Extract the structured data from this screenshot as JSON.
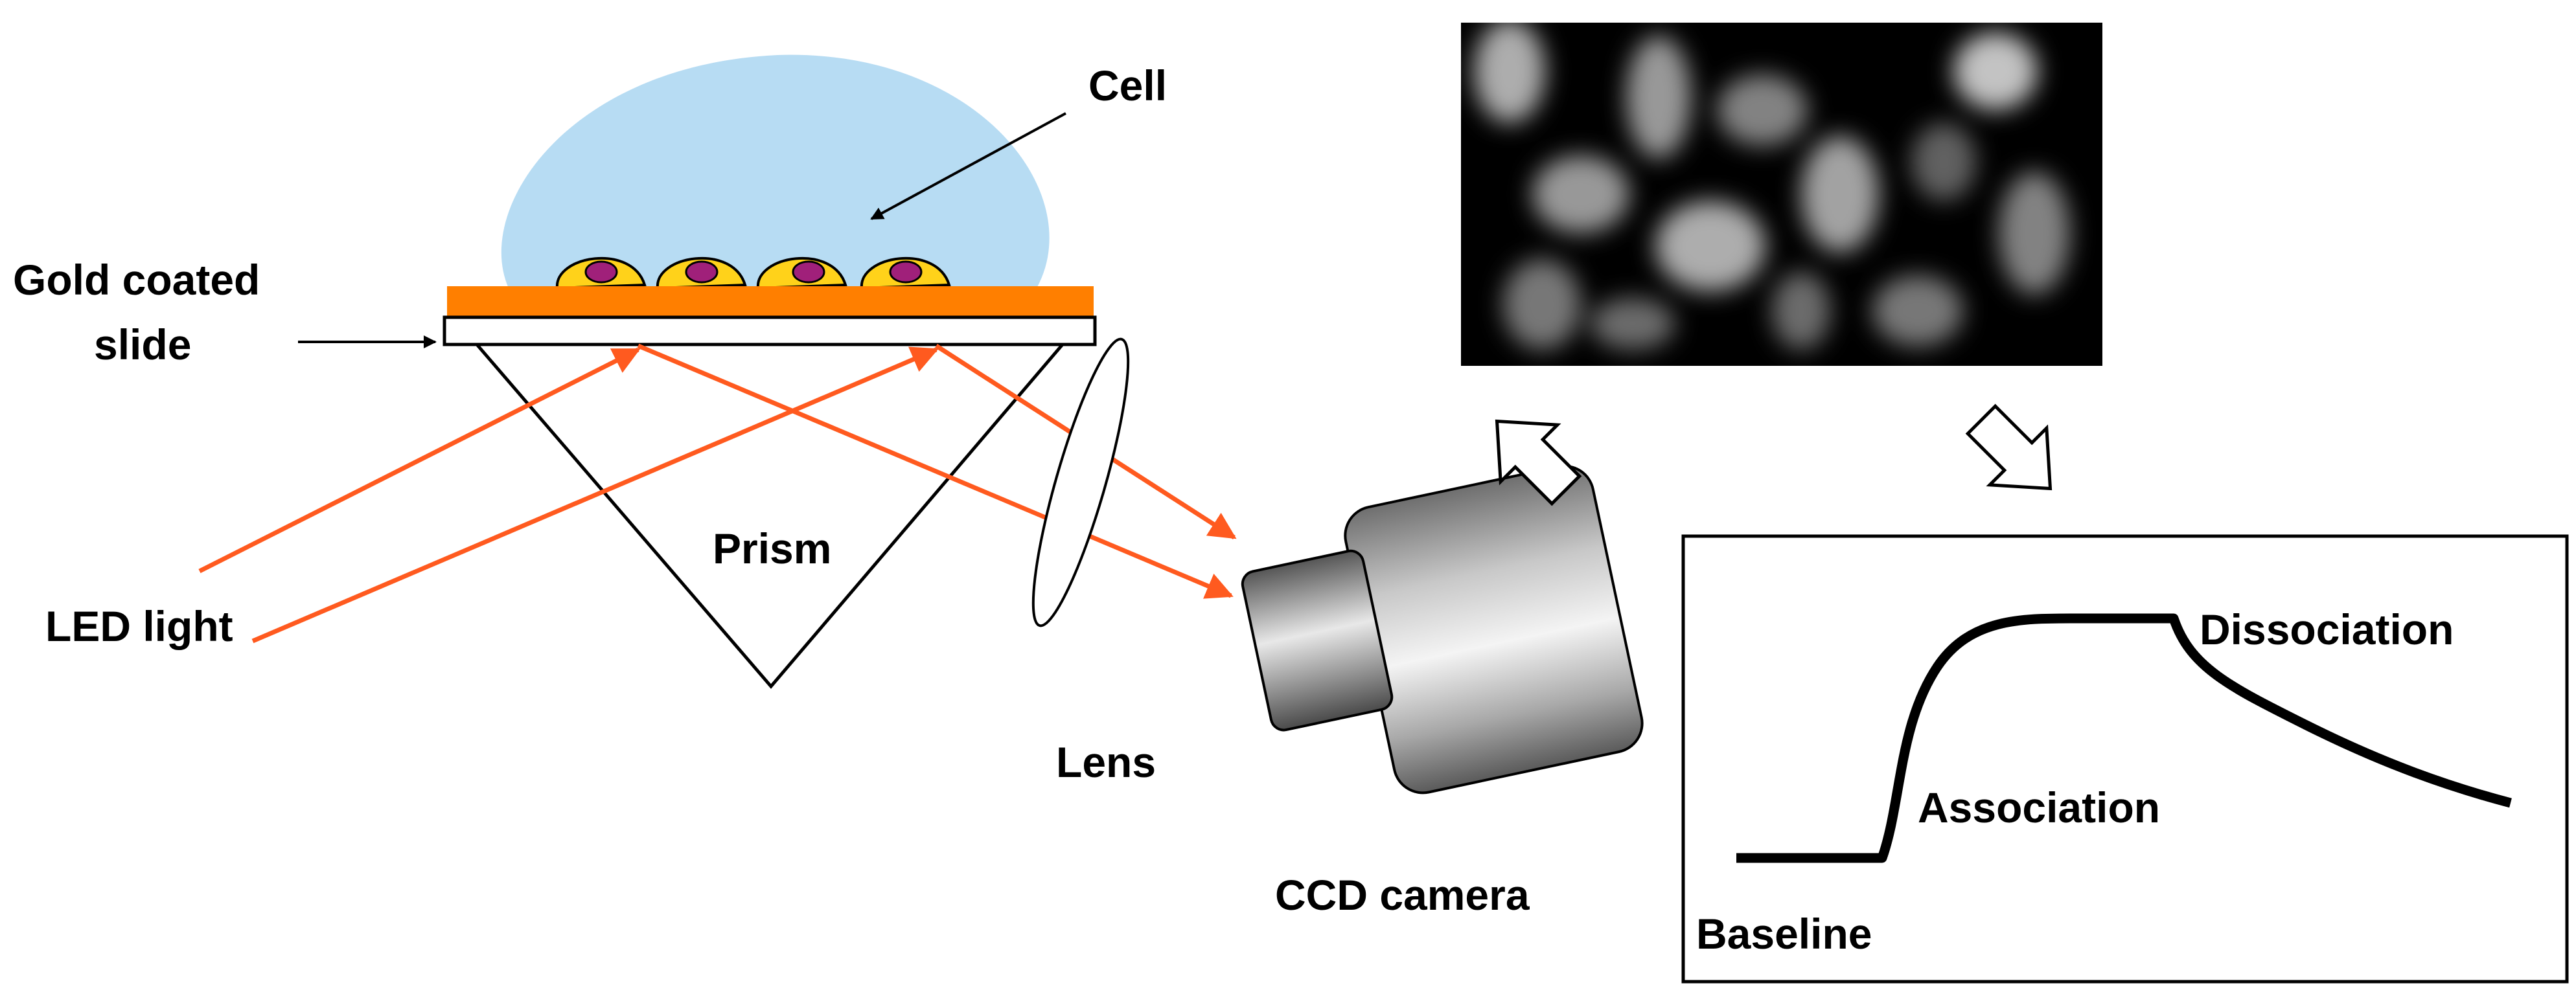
{
  "labels": {
    "cell": "Cell",
    "gold_slide_line1": "Gold coated",
    "gold_slide_line2": "slide",
    "prism": "Prism",
    "led_light": "LED light",
    "lens": "Lens",
    "ccd_camera": "CCD camera",
    "dissociation": "Dissociation",
    "association": "Association",
    "baseline": "Baseline"
  },
  "colors": {
    "medium": "#b7dcf3",
    "gold_layer": "#ff7f00",
    "cell_body": "#ffd21a",
    "cell_nucleus": "#a0207a",
    "light_rays": "#ff5a1f",
    "sensorgram_curve": "#000000"
  },
  "sensorgram": {
    "phases": [
      "Baseline",
      "Association",
      "Dissociation"
    ]
  }
}
